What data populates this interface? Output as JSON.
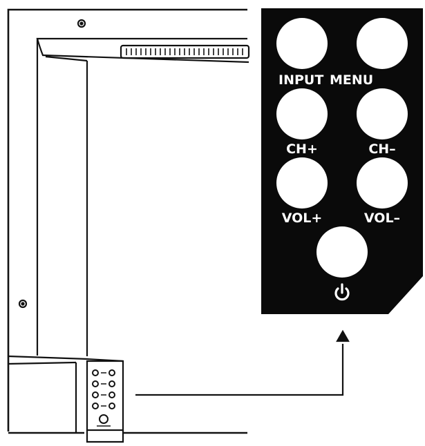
{
  "panel": {
    "buttons": [
      {
        "key": "input",
        "label": "INPUT"
      },
      {
        "key": "menu",
        "label": "MENU"
      },
      {
        "key": "ch-up",
        "label": "CH+"
      },
      {
        "key": "ch-down",
        "label": "CH–"
      },
      {
        "key": "vol-up",
        "label": "VOL+"
      },
      {
        "key": "vol-down",
        "label": "VOL–"
      },
      {
        "key": "power",
        "label": "",
        "icon": "power-icon"
      }
    ]
  },
  "colors": {
    "line": "#111111",
    "panel": "#0a0a0a",
    "button": "#ffffff",
    "background": "#ffffff"
  }
}
